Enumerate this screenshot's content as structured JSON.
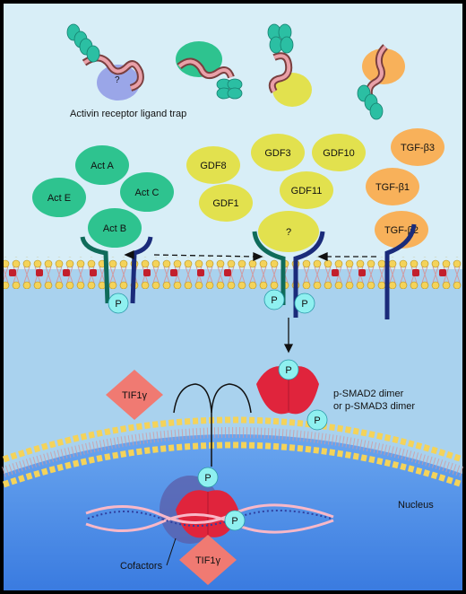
{
  "ligand_trap": {
    "caption": "Activin receptor ligand trap",
    "unknown_mark": "?"
  },
  "activins": [
    "Act A",
    "Act E",
    "Act C",
    "Act B"
  ],
  "gdfs": [
    "GDF8",
    "GDF3",
    "GDF10",
    "GDF1",
    "GDF11"
  ],
  "tgfbs": [
    "TGF-β3",
    "TGF-β1",
    "TGF-β2"
  ],
  "receptor_ligand": "?",
  "phospho": "P",
  "smad_label": [
    "p-SMAD2 dimer",
    "or p-SMAD3 dimer"
  ],
  "tif1g": "TIF1γ",
  "nucleus": "Nucleus",
  "cofactors": "Cofactors",
  "colors": {
    "activin_green": "#2ec38f",
    "gdf_yellow": "#e2e14e",
    "tgfb_orange": "#f8b15a",
    "smad_red": "#e0243c",
    "phospho_cyan": "#8ff0f0",
    "tif1g_pink": "#f07a72",
    "cytoplasm_blue": "#a9d2ee",
    "extracellular": "#d8eef7",
    "nucleus_blue": "#4f8fe6"
  }
}
